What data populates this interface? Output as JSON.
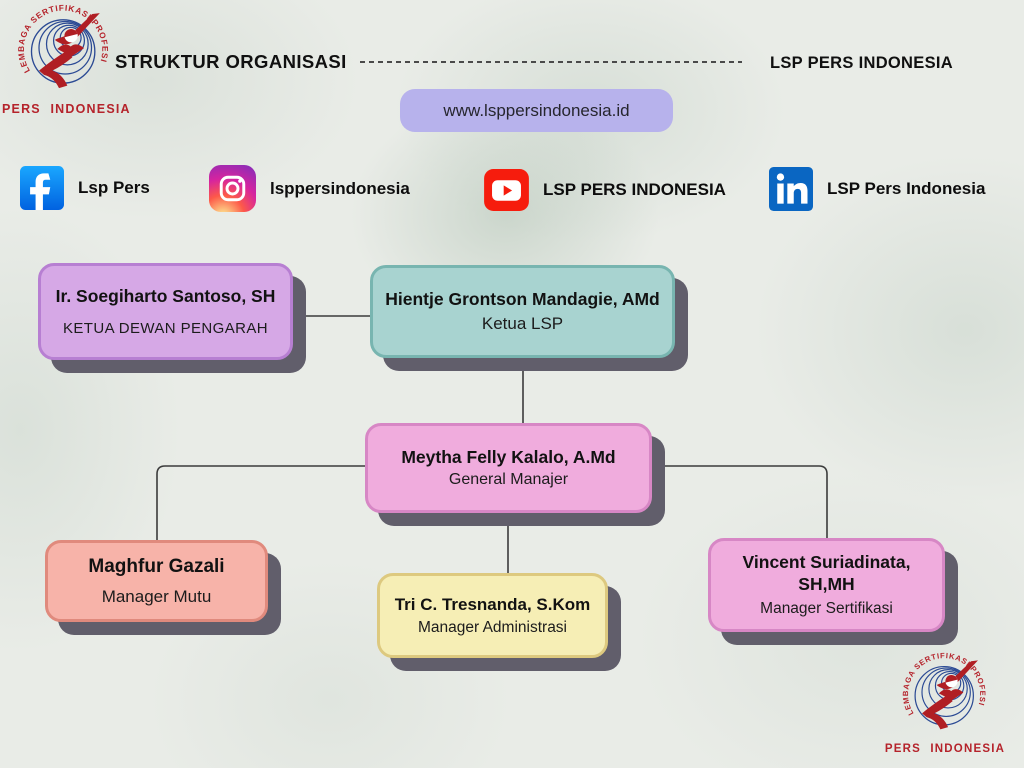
{
  "header": {
    "title": "STRUKTUR ORGANISASI",
    "org_name": "LSP PERS INDONESIA",
    "website": "www.lsppersindonesia.id"
  },
  "logo": {
    "arc_text": "LEMBAGA SERTIFIKASI PROFESI",
    "bottom_text": "PERS INDONESIA"
  },
  "social": [
    {
      "platform": "facebook",
      "icon": "facebook-icon",
      "label": "Lsp Pers"
    },
    {
      "platform": "instagram",
      "icon": "instagram-icon",
      "label": "lsppersindonesia"
    },
    {
      "platform": "youtube",
      "icon": "youtube-icon",
      "label": "LSP PERS INDONESIA"
    },
    {
      "platform": "linkedin",
      "icon": "linkedin-icon",
      "label": "LSP Pers Indonesia"
    }
  ],
  "org_chart": {
    "nodes": [
      {
        "id": "ketua-dewan-pengarah",
        "name": "Ir. Soegiharto Santoso, SH",
        "role": "KETUA DEWAN PENGARAH",
        "fill": "#d6a8e6",
        "border": "#b77fd2"
      },
      {
        "id": "ketua-lsp",
        "name": "Hientje Grontson Mandagie, AMd",
        "role": "Ketua LSP",
        "fill": "#a8d3d0",
        "border": "#78b5b0"
      },
      {
        "id": "general-manajer",
        "name": "Meytha Felly Kalalo, A.Md",
        "role": "General Manajer",
        "fill": "#f0acdd",
        "border": "#d787c5"
      },
      {
        "id": "manager-mutu",
        "name": "Maghfur Gazali",
        "role": "Manager Mutu",
        "fill": "#f7b3a9",
        "border": "#e08a7d"
      },
      {
        "id": "manager-administrasi",
        "name": "Tri C. Tresnanda, S.Kom",
        "role": "Manager Administrasi",
        "fill": "#f6eeb5",
        "border": "#ddc97f"
      },
      {
        "id": "manager-sertifikasi",
        "name": "Vincent Suriadinata, SH,MH",
        "role": "Manager Sertifikasi",
        "fill": "#f0acdd",
        "border": "#d787c5"
      }
    ]
  },
  "colors": {
    "background": "#e9ece7",
    "node_shadow": "#615e6b",
    "connector": "#3b3b3b",
    "pill_bg": "#b7b2ec",
    "logo_red": "#b5232b",
    "logo_blue": "#2b4a94",
    "facebook_blue": "#0866ff",
    "youtube_red": "#f61c0d",
    "linkedin_blue": "#0a66c2"
  }
}
